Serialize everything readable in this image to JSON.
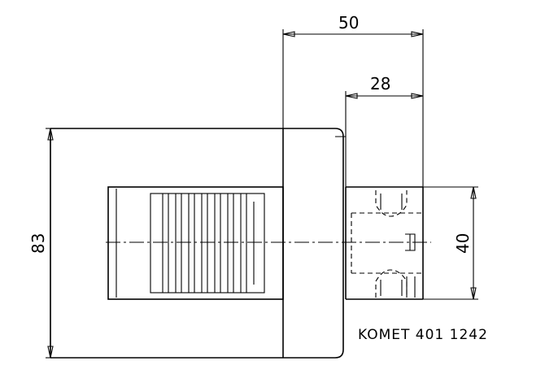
{
  "drawing": {
    "dimensions": {
      "total_length": "50",
      "shank_length": "28",
      "body_diameter": "83",
      "shank_diameter": "40"
    },
    "part_label": "KOMET 401 1242"
  }
}
